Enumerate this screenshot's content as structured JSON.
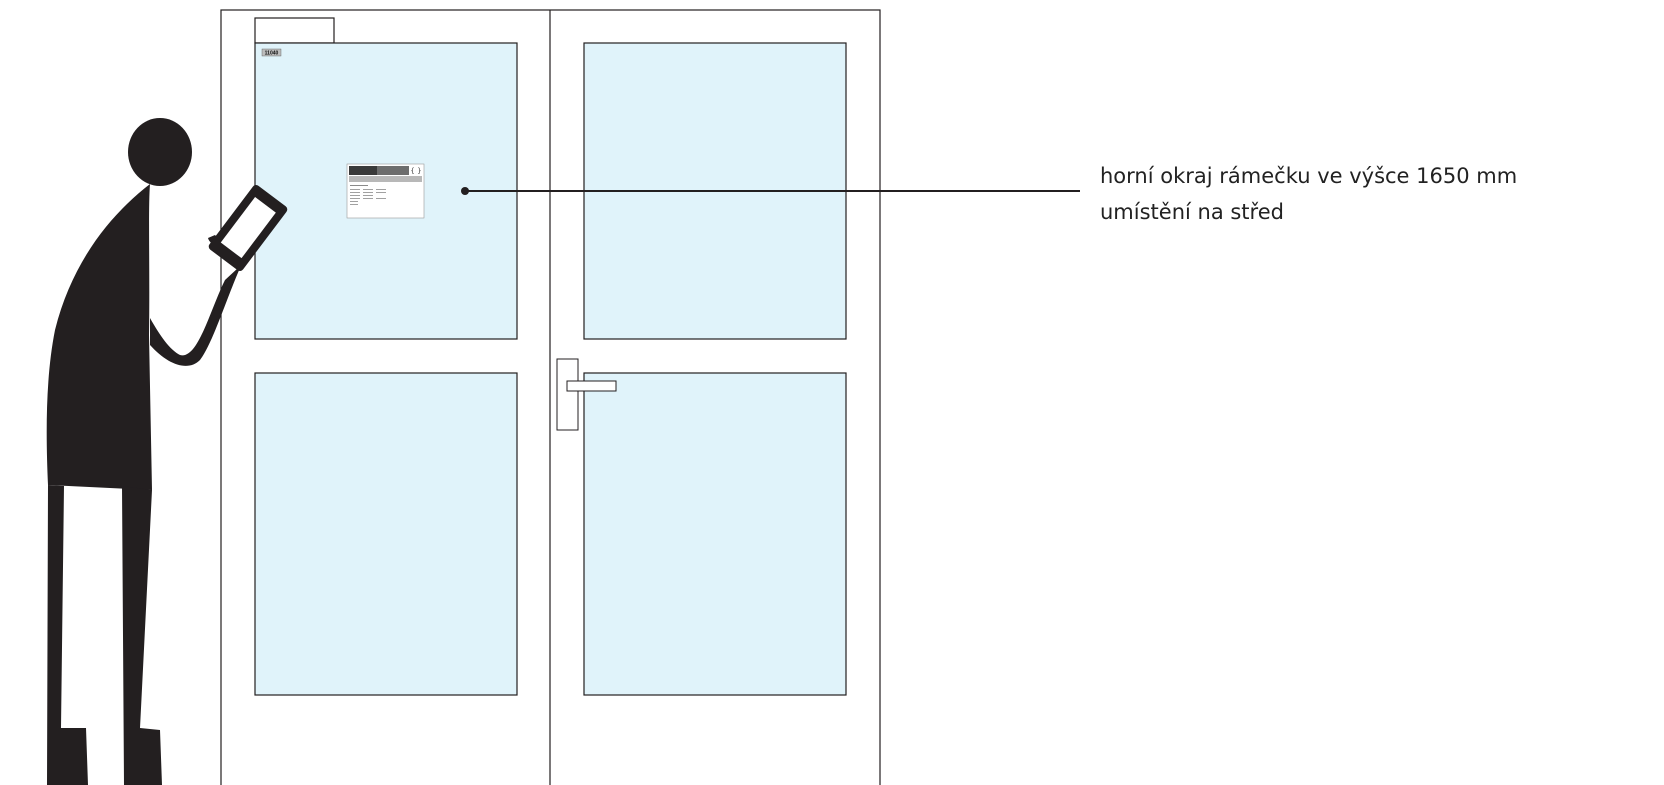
{
  "room_number": "11040",
  "callout": {
    "line1": "horní okraj rámečku ve výšce 1650 mm",
    "line2": "umístění na střed"
  },
  "colors": {
    "glass": "#e0f3fa",
    "stroke": "#231f20",
    "person": "#231f20",
    "background": "#ffffff"
  }
}
